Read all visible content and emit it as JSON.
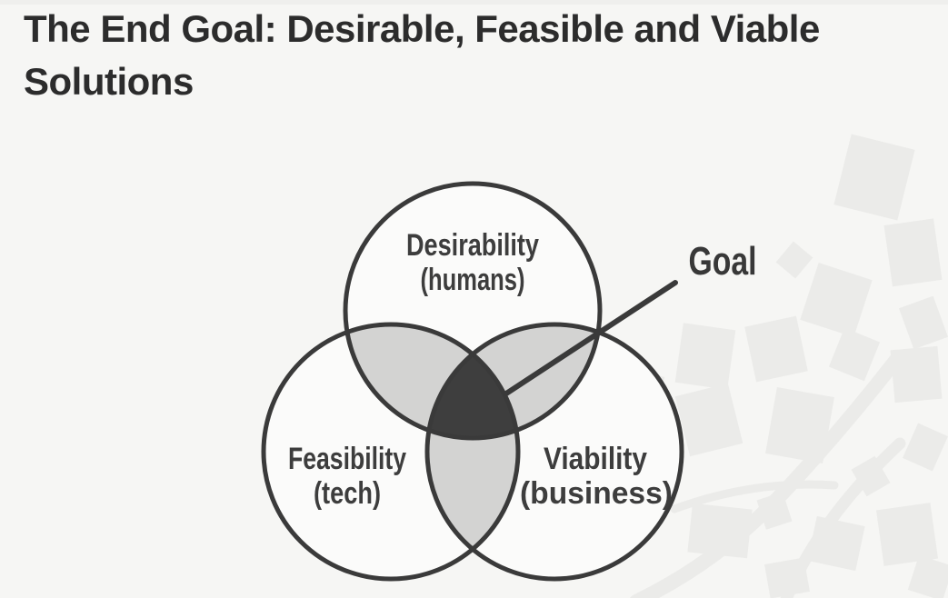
{
  "title": "The End Goal: Desirable, Feasible and Viable Solutions",
  "venn": {
    "circles": [
      {
        "name": "desirability",
        "label": "Desirability",
        "sublabel": "(humans)"
      },
      {
        "name": "feasibility",
        "label": "Feasibility",
        "sublabel": "(tech)"
      },
      {
        "name": "viability",
        "label": "Viability",
        "sublabel": "(business)"
      }
    ],
    "annotation": {
      "label": "Goal"
    }
  },
  "colors": {
    "page_background": "#f6f6f4",
    "circle_fill": "#fbfbfa",
    "circle_stroke": "#3a3a3a",
    "overlap_fill": "#d3d3d2",
    "center_fill": "#3e3e3e",
    "title_text": "#2c2c2c",
    "label_text": "#3d3d3d",
    "pattern": "#ebebe9"
  }
}
